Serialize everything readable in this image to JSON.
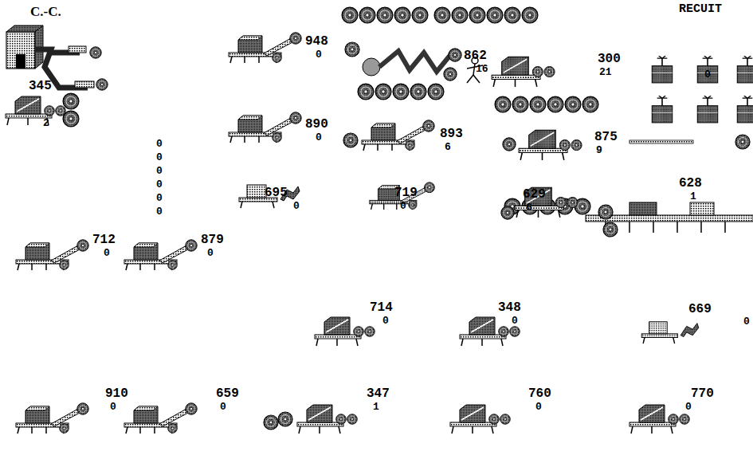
{
  "diagram": {
    "labels": [
      "C.-C.",
      "RECUIT",
      "948",
      "0",
      "862",
      "16",
      "300",
      "21",
      "0",
      "345",
      "2",
      "0",
      "0",
      "0",
      "0",
      "0",
      "0",
      "890",
      "0",
      "893",
      "6",
      "875",
      "9",
      "695",
      "0",
      "719",
      "0",
      "629",
      "6",
      "628",
      "1",
      "712",
      "0",
      "879",
      "0",
      "714",
      "0",
      "348",
      "0",
      "669",
      "0",
      "910",
      "0",
      "659",
      "0",
      "347",
      "1",
      "760",
      "0",
      "770",
      "0"
    ]
  }
}
